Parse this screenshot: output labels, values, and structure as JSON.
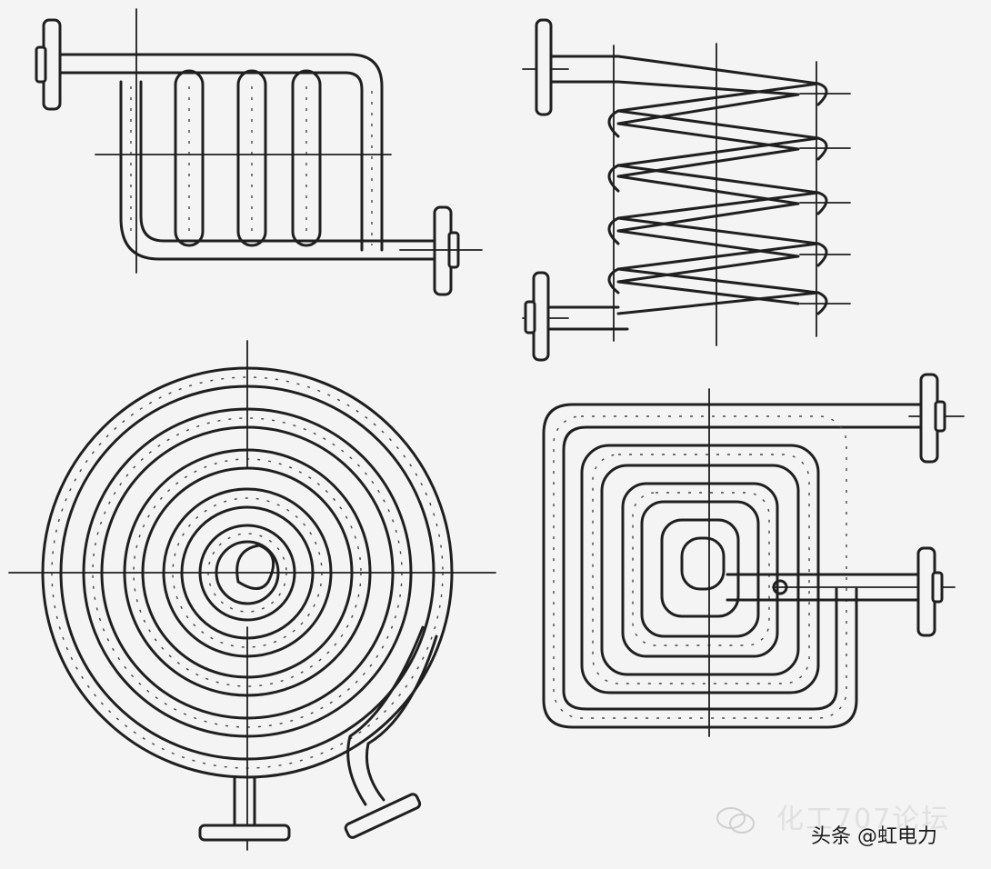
{
  "diagram": {
    "panels": [
      {
        "name": "serpentine-coil"
      },
      {
        "name": "helical-coil"
      },
      {
        "name": "spiral-coil"
      },
      {
        "name": "square-spiral-coil"
      }
    ]
  },
  "watermark": {
    "source_text": "化工707论坛",
    "credit_text": "头条 @虹电力",
    "logo_icon": "chat-bubble-icon",
    "ghost_color": "#e0e0e0",
    "credit_color": "#1a1a1a"
  },
  "colors": {
    "line": "#1f1f1f",
    "paper": "#f4f4f4"
  }
}
